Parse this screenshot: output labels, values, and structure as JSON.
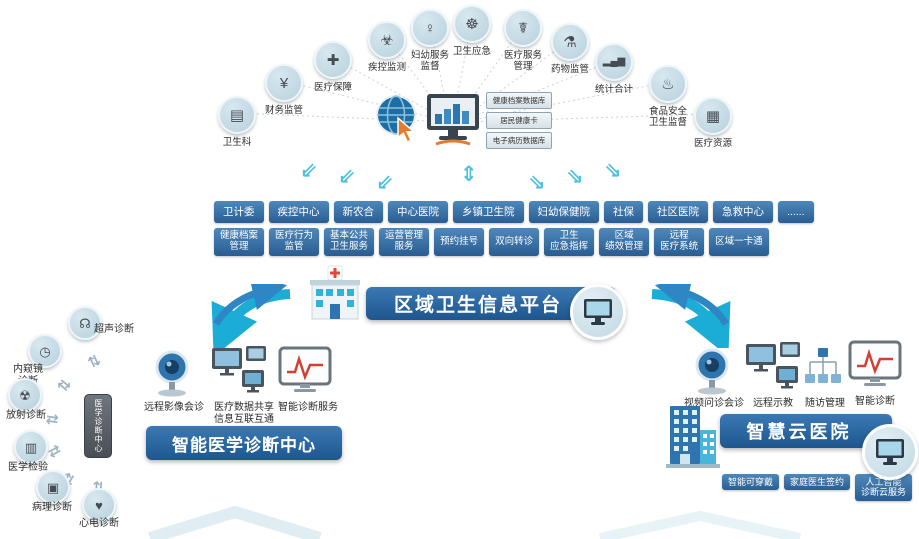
{
  "platform": {
    "title": "区域卫生信息平台"
  },
  "top_icons": [
    {
      "label": "卫生科",
      "glyph": "▤"
    },
    {
      "label": "财务监管",
      "glyph": "¥"
    },
    {
      "label": "医疗保障",
      "glyph": "✚"
    },
    {
      "label": "疾控监测",
      "glyph": "☣"
    },
    {
      "label": "妇幼服务\n监督",
      "glyph": "♀"
    },
    {
      "label": "卫生应急",
      "glyph": "☸"
    },
    {
      "label": "医疗服务\n管理",
      "glyph": "☤"
    },
    {
      "label": "药物监管",
      "glyph": "⚗"
    },
    {
      "label": "统计合计",
      "glyph": "▂▄▆"
    },
    {
      "label": "食品安全\n卫生监督",
      "glyph": "♨"
    },
    {
      "label": "医疗资源",
      "glyph": "▦"
    }
  ],
  "databases": [
    "健康档案数据库",
    "居民健康卡",
    "电子病历数据库"
  ],
  "org_buttons": [
    "卫计委",
    "疾控中心",
    "新农合",
    "中心医院",
    "乡镇卫生院",
    "妇幼保健院",
    "社保",
    "社区医院",
    "急救中心",
    "......"
  ],
  "service_buttons": [
    "健康档案\n管理",
    "医疗行为\n监管",
    "基本公共\n卫生服务",
    "运营管理\n服务",
    "预约挂号",
    "双向转诊",
    "卫生\n应急指挥",
    "区域\n绩效管理",
    "远程\n医疗系统",
    "区域一卡通"
  ],
  "diagnosis_center": {
    "title": "智能医学诊断中心",
    "hub_label": "医学诊断中心",
    "modalities": [
      {
        "label": "超声诊断",
        "glyph": "☊"
      },
      {
        "label": "内窥镜\n诊断",
        "glyph": "◷"
      },
      {
        "label": "放射诊断",
        "glyph": "☢"
      },
      {
        "label": "医学检验",
        "glyph": "▥"
      },
      {
        "label": "病理诊断",
        "glyph": "▣"
      },
      {
        "label": "心电诊断",
        "glyph": "♥"
      }
    ],
    "services": [
      {
        "label": "远程影像会诊"
      },
      {
        "label": "医疗数据共享\n信息互联互通"
      },
      {
        "label": "智能诊断服务"
      }
    ]
  },
  "cloud_hospital": {
    "title": "智慧云医院",
    "services": [
      {
        "label": "视频问诊会诊"
      },
      {
        "label": "远程示教"
      },
      {
        "label": "随访管理"
      },
      {
        "label": "智能诊断"
      }
    ],
    "buttons": [
      "智能可穿戴",
      "家庭医生签约",
      "人工智能\n诊断云服务"
    ]
  },
  "icons": {
    "exchange_arrow": "⇄",
    "flow_down_left": "⇙",
    "flow_down_right": "⇘",
    "flow_vertical": "⇕"
  },
  "colors": {
    "accent_cyan": "#1badd6",
    "banner_blue": "#1e568e",
    "button_blue": "#2a5d92",
    "orange": "#e87a2c"
  }
}
